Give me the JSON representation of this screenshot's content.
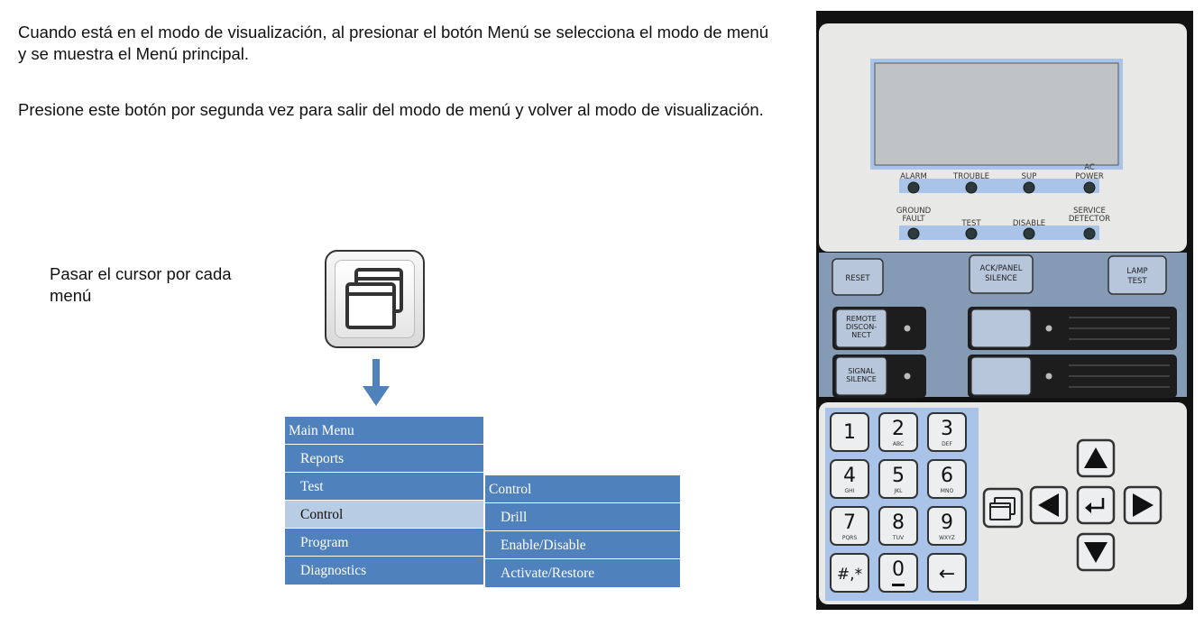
{
  "text": {
    "p1": "Cuando está en el modo de visualización, al presionar el botón Menú se selecciona el modo de menú y se muestra el Menú principal.",
    "p2": "Presione este botón por segunda vez para salir del modo de menú y volver al modo de visualización.",
    "hover_hint": "Pasar el cursor por cada menú"
  },
  "main_menu": {
    "title": "Main Menu",
    "items": [
      "Reports",
      "Test",
      "Control",
      "Program",
      "Diagnostics"
    ],
    "selected": "Control"
  },
  "control_menu": {
    "title": "Control",
    "items": [
      "Drill",
      "Enable/Disable",
      "Activate/Restore"
    ]
  },
  "panel": {
    "leds_row1": [
      "ALARM",
      "TROUBLE",
      "SUP",
      "AC POWER"
    ],
    "leds_row2": [
      "GROUND FAULT",
      "TEST",
      "DISABLE",
      "SERVICE DETECTOR"
    ],
    "buttons": {
      "reset": "RESET",
      "ack_silence": "ACK/PANEL SILENCE",
      "lamp_test": "LAMP TEST",
      "remote_disconnect": "REMOTE DISCON-NECT",
      "signal_silence": "SIGNAL SILENCE"
    },
    "keypad": [
      {
        "digit": "1",
        "letters": ""
      },
      {
        "digit": "2",
        "letters": "ABC"
      },
      {
        "digit": "3",
        "letters": "DEF"
      },
      {
        "digit": "4",
        "letters": "GHI"
      },
      {
        "digit": "5",
        "letters": "JKL"
      },
      {
        "digit": "6",
        "letters": "MNO"
      },
      {
        "digit": "7",
        "letters": "PQRS"
      },
      {
        "digit": "8",
        "letters": "TUV"
      },
      {
        "digit": "9",
        "letters": "WXYZ"
      },
      {
        "digit": "#,*",
        "letters": ""
      },
      {
        "digit": "0",
        "letters": ""
      },
      {
        "digit": "←",
        "letters": ""
      }
    ]
  },
  "colors": {
    "menu_blue": "#4f81bd",
    "menu_selected": "#b8cce4",
    "panel_highlight": "#a9c4e8"
  }
}
